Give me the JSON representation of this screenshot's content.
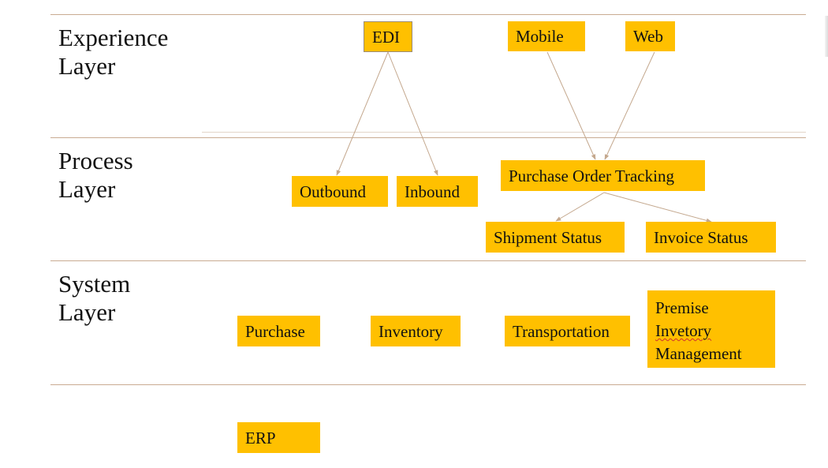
{
  "layers": {
    "experience": [
      "Experience",
      "Layer"
    ],
    "process": [
      "Process",
      "Layer"
    ],
    "system": [
      "System",
      "Layer"
    ]
  },
  "nodes": {
    "edi": "EDI",
    "mobile": "Mobile",
    "web": "Web",
    "outbound": "Outbound",
    "inbound": "Inbound",
    "po_tracking": "Purchase Order Tracking",
    "shipment_status": "Shipment Status",
    "invoice_status": "Invoice Status",
    "purchase": "Purchase",
    "inventory": "Inventory",
    "transportation": "Transportation",
    "premise_inventory": [
      "Premise",
      "Invetory",
      "Management"
    ],
    "erp": "ERP"
  },
  "edges": [
    [
      "edi",
      "outbound"
    ],
    [
      "edi",
      "inbound"
    ],
    [
      "mobile",
      "po_tracking"
    ],
    [
      "web",
      "po_tracking"
    ],
    [
      "po_tracking",
      "shipment_status"
    ],
    [
      "po_tracking",
      "invoice_status"
    ]
  ],
  "colors": {
    "node_fill": "#ffc000",
    "edge": "#c4a88e",
    "divider": "#c9ab92"
  }
}
